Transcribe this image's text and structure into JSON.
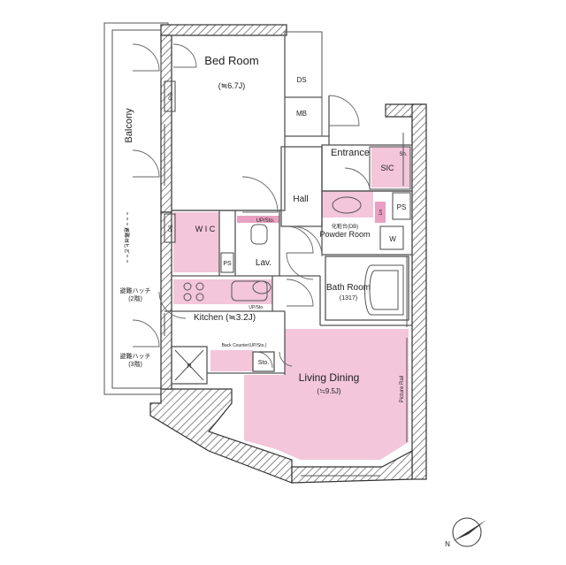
{
  "rooms": {
    "bedroom": {
      "name": "Bed Room",
      "size": "(≒6.7J)"
    },
    "balcony": "Balcony",
    "living": {
      "name": "Living Dining",
      "size": "(≒9.5J)"
    },
    "kitchen": "Kitchen (≒3.2J)",
    "entrance": "Entrance",
    "hall": "Hall",
    "powder": "Powder Room",
    "bath": {
      "name": "Bath Room",
      "size": "(1317)"
    },
    "lav": "Lav.",
    "wic": "W I C"
  },
  "storage": {
    "ds": "DS",
    "mb": "MB",
    "ps": "PS",
    "sic": "SIC",
    "sh": "Sh.",
    "w": "W",
    "r": "R",
    "sto": "Sto.",
    "upsto_lav": "UP/Sto.",
    "upsto_kitchen": "UP/Sto.",
    "back_counter": "Back Counter(UP/Sto.)",
    "picture_rail": "Picture Rail",
    "lin": "Lin",
    "powder_jp": "化粧台(DB)"
  },
  "balcony_notes": {
    "ladder": "避難はしご",
    "hatch2": "避難ハッチ",
    "hatch2_floor": "(2階)",
    "hatch3": "避難ハッチ",
    "hatch3_floor": "(3階)"
  },
  "compass": "N",
  "colors": {
    "accent_pink": "#f3c6da",
    "accent_pink_dark": "#eaa0c2",
    "wall": "#4a4a4a"
  }
}
